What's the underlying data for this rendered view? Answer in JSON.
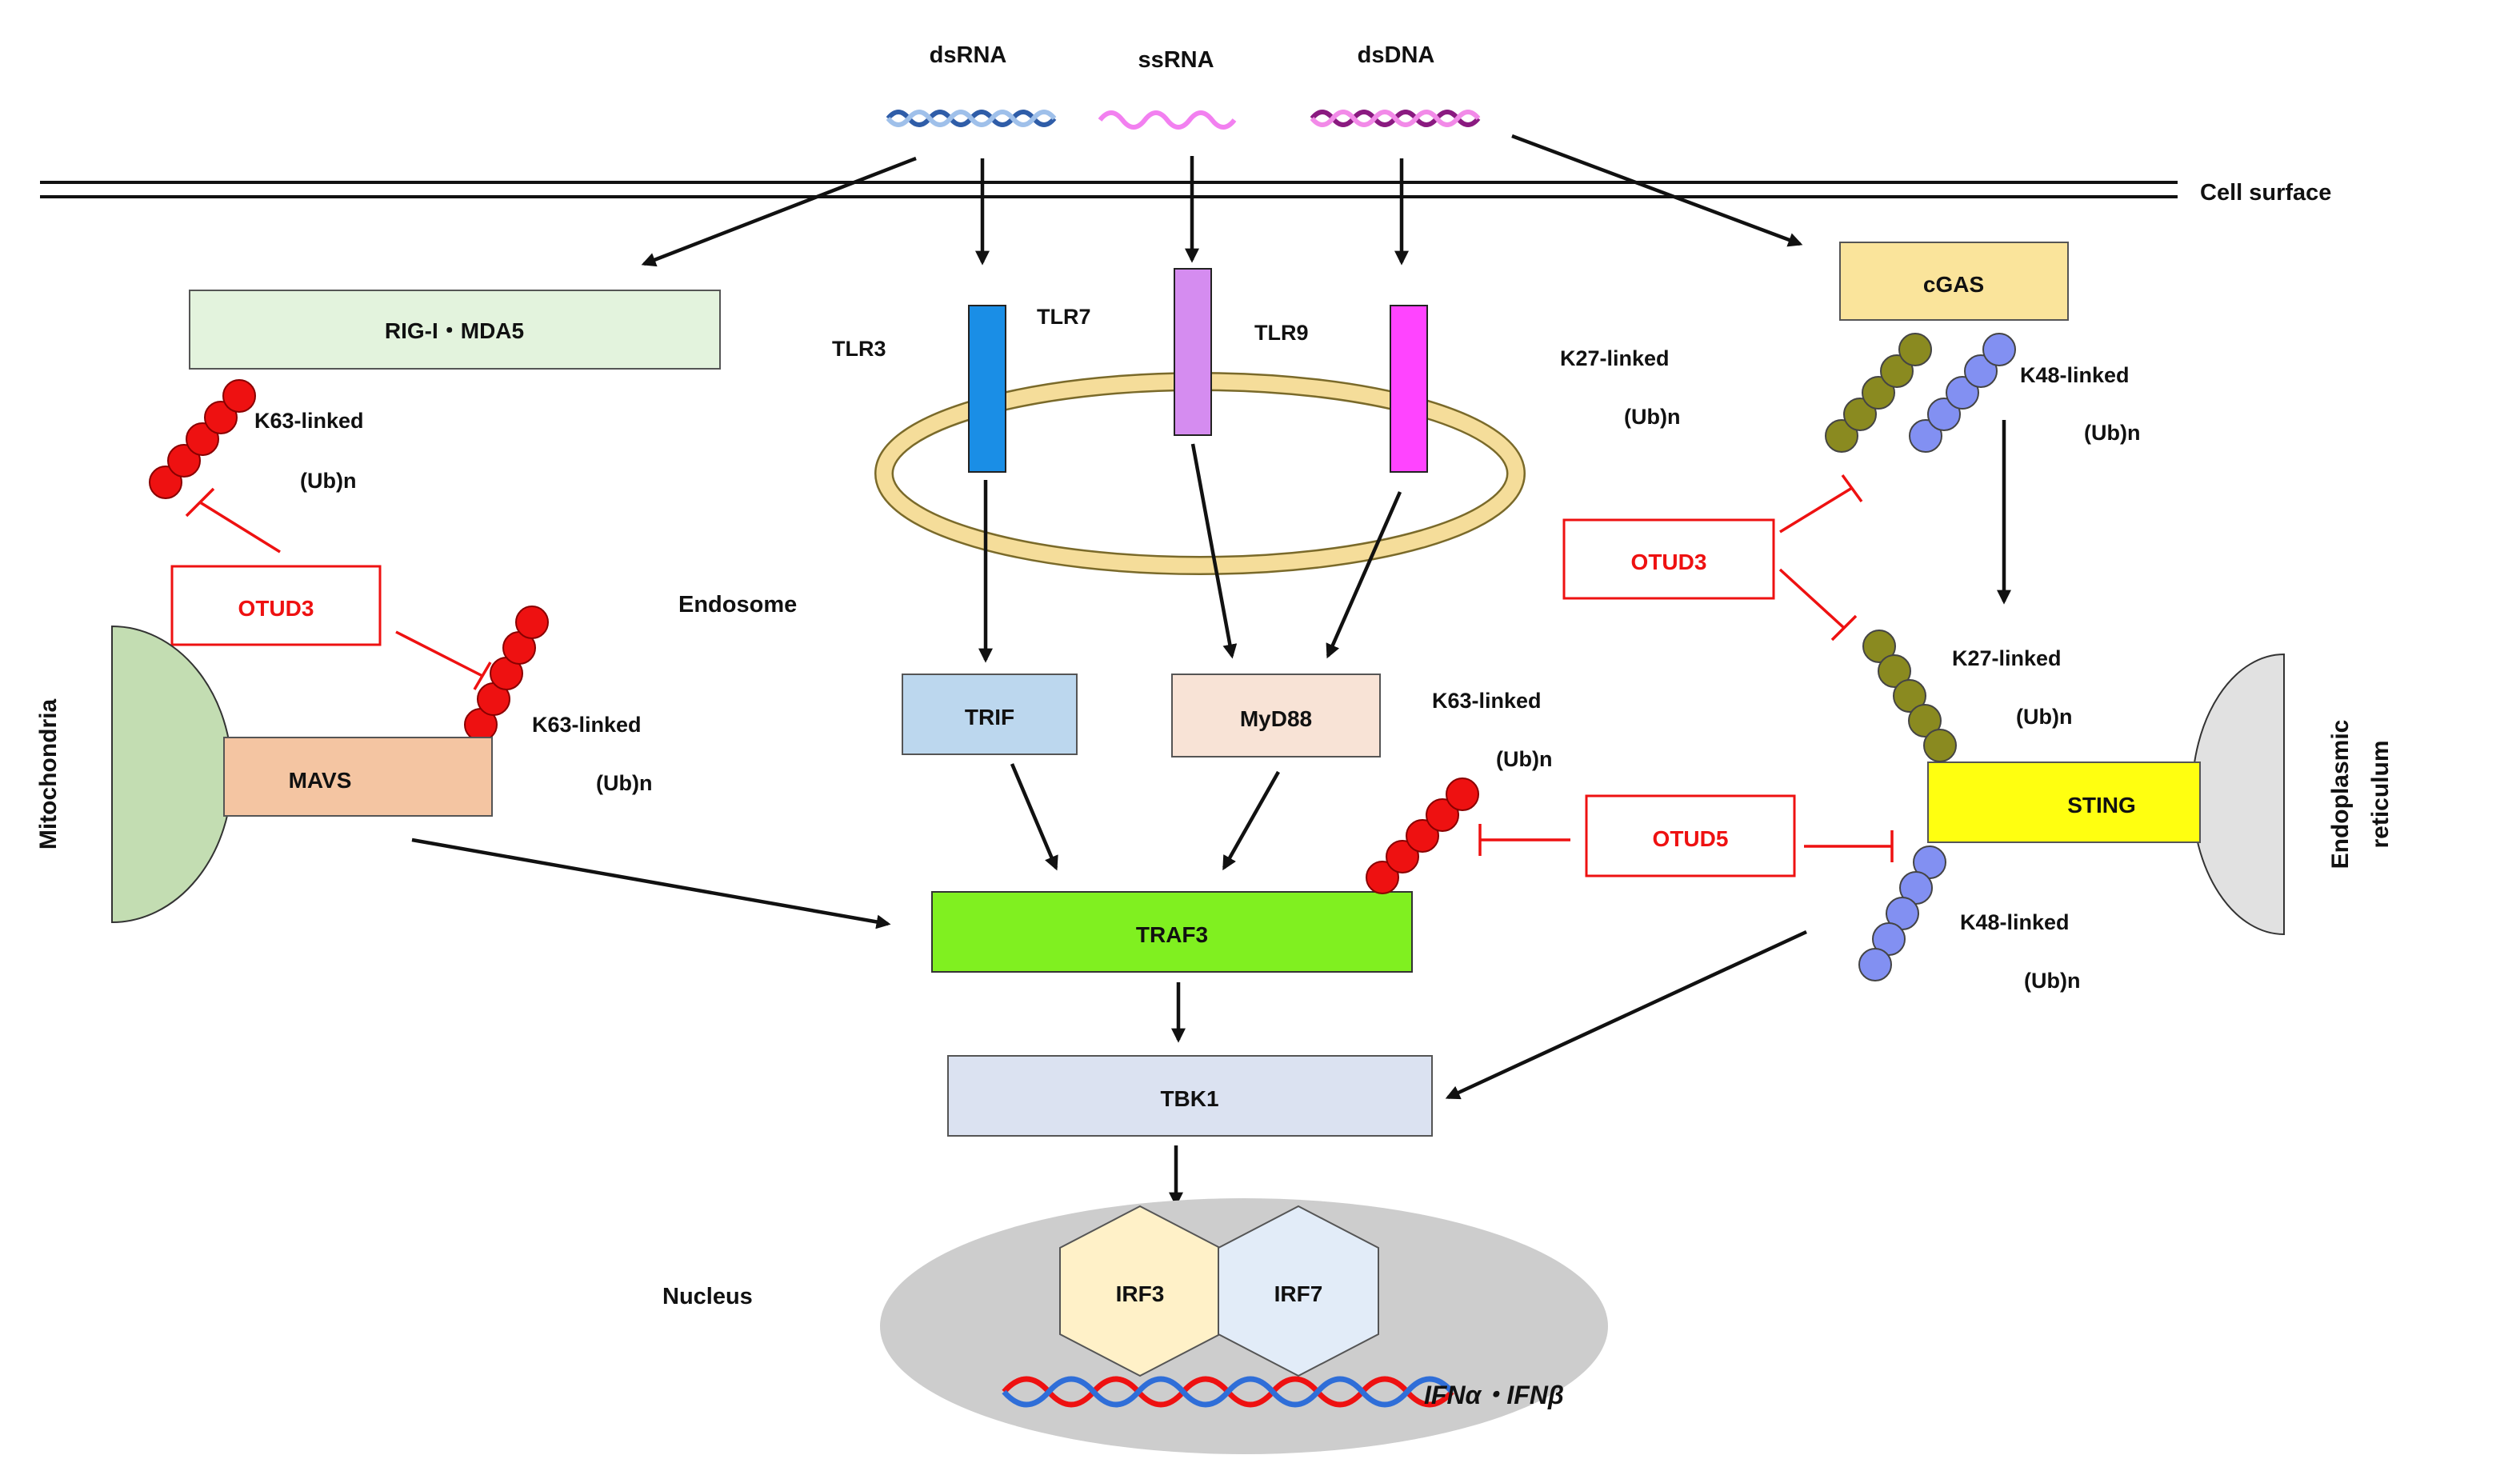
{
  "ligands": {
    "dsrna": "dsRNA",
    "ssrna": "ssRNA",
    "dsdna": "dsDNA"
  },
  "cell_surface": "Cell surface",
  "receptors": {
    "rig_mda5": "RIG-I・MDA5",
    "tlr3": "TLR3",
    "tlr7": "TLR7",
    "tlr9": "TLR9",
    "cgas": "cGAS"
  },
  "compartments": {
    "endosome": "Endosome",
    "mitochondria": "Mitochondria",
    "er_line1": "Endoplasmic",
    "er_line2": "reticulum",
    "nucleus": "Nucleus"
  },
  "adaptors": {
    "mavs": "MAVS",
    "trif": "TRIF",
    "myd88": "MyD88",
    "traf3": "TRAF3",
    "tbk1": "TBK1",
    "sting": "STING"
  },
  "transcription_factors": {
    "irf3": "IRF3",
    "irf7": "IRF7"
  },
  "output_genes": "IFNα・IFNβ",
  "ub_chains": {
    "k63_rig_line1": "K63-linked",
    "k63_rig_line2": "(Ub)n",
    "k63_mavs_line1": "K63-linked",
    "k63_mavs_line2": "(Ub)n",
    "k63_traf3_line1": "K63-linked",
    "k63_traf3_line2": "(Ub)n",
    "k27_cgas_line1": "K27-linked",
    "k27_cgas_line2": "(Ub)n",
    "k48_cgas_line1": "K48-linked",
    "k48_cgas_line2": "(Ub)n",
    "k27_sting_line1": "K27-linked",
    "k27_sting_line2": "(Ub)n",
    "k48_sting_line1": "K48-linked",
    "k48_sting_line2": "(Ub)n"
  },
  "deubiquitinases": {
    "otud3_left": "OTUD3",
    "otud3_right": "OTUD3",
    "otud5": "OTUD5"
  },
  "colors": {
    "rig_box": "#e3f3dd",
    "tlr3": "#1a8ee6",
    "tlr7": "#d58cf0",
    "tlr9": "#ff44ff",
    "endosome_ring": "#f5dd9a",
    "trif": "#bcd7ee",
    "myd88": "#f8e3d6",
    "mavs": "#f4c5a2",
    "traf3": "#80f020",
    "tbk1": "#dbe2f1",
    "cgas": "#fae49b",
    "sting": "#ffff10",
    "mitochondria": "#c3ddb2",
    "er": "#e1e1e1",
    "nucleus": "#cdcdcd",
    "irf3": "#fff1c8",
    "irf7": "#e2ecf8",
    "ub_k63": "#ee1111",
    "ub_k27": "#8a8a20",
    "ub_k48": "#8290f2",
    "inhibition": "#ee1111"
  }
}
